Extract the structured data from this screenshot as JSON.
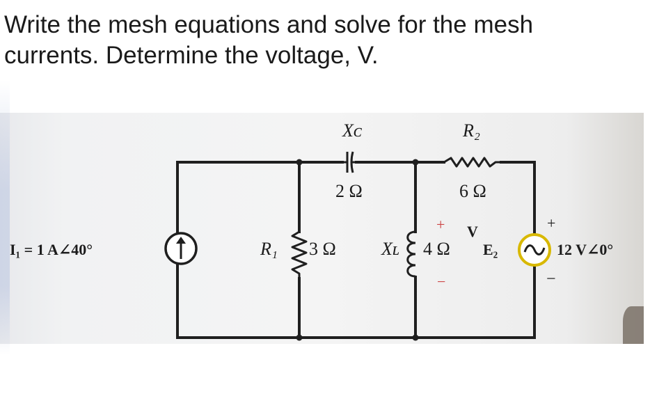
{
  "question": {
    "line1": "Write the mesh equations and solve for the mesh",
    "line2": "currents. Determine the voltage, V."
  },
  "circuit": {
    "current_source": {
      "label": "I₁ = 1 A∠40°"
    },
    "r1": {
      "symbol": "R₁",
      "value": "3 Ω"
    },
    "xc": {
      "symbol": "Xᴄ",
      "value": "2 Ω"
    },
    "xl": {
      "symbol": "Xʟ",
      "value": "4 Ω"
    },
    "r2": {
      "symbol": "R₂",
      "value": "6 Ω"
    },
    "voltage": {
      "name": "V",
      "plus": "+",
      "minus": "−"
    },
    "voltage_source": {
      "symbol": "E₂",
      "value": "12 V∠0°",
      "plus": "+",
      "minus": "−"
    },
    "colors": {
      "wire": "#1f1f1f",
      "source_ring": "#d8b800"
    }
  }
}
